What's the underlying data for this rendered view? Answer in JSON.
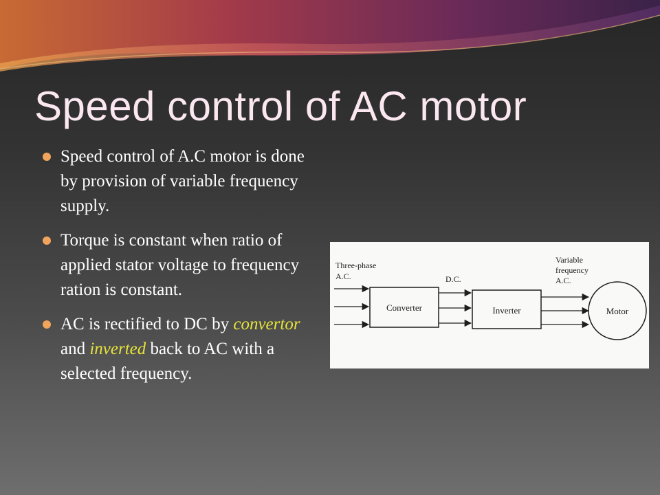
{
  "slide": {
    "title": "Speed control of AC motor",
    "bullets": [
      {
        "text": "Speed control of A.C motor is done by provision of variable frequency supply."
      },
      {
        "text": "Torque is constant when ratio of applied stator voltage to frequency ration is constant."
      },
      {
        "parts": [
          "AC is rectified to DC by ",
          "convertor",
          " and ",
          "inverted",
          " back to AC with a selected frequency."
        ]
      }
    ],
    "colors": {
      "title": "#fbe7ef",
      "bullet_marker": "#f0a45c",
      "highlight": "#e6e33a",
      "text": "#ffffff"
    }
  },
  "diagram": {
    "input_label": [
      "Three-phase",
      "A.C."
    ],
    "dc_label": "D.C.",
    "output_label": [
      "Variable",
      "frequency",
      "A.C."
    ],
    "converter": "Converter",
    "inverter": "Inverter",
    "motor": "Motor"
  }
}
